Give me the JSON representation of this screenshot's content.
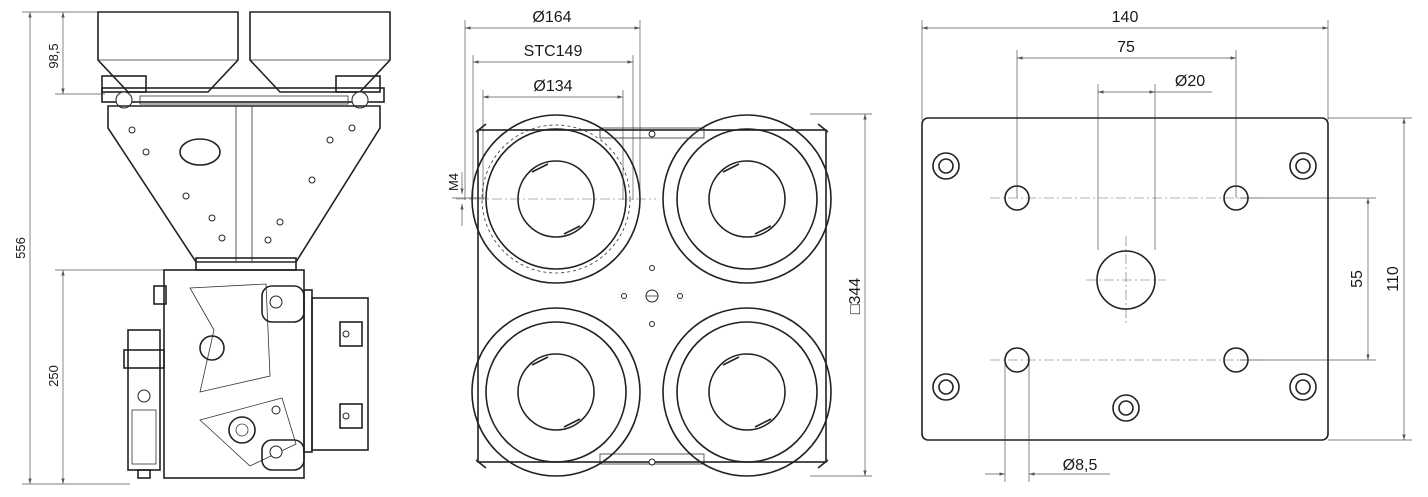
{
  "colors": {
    "line": "#222222",
    "dimension": "#555555",
    "fill": "#ffffff",
    "shade": "#d8d8d8"
  },
  "side_view": {
    "dim_top": "98,5",
    "dim_total": "556",
    "dim_lower": "250"
  },
  "top_view": {
    "dim_outer": "Ø164",
    "dim_stc": "STC149",
    "dim_inner": "Ø134",
    "dim_thread": "M4",
    "dim_square": "□344"
  },
  "flange_view": {
    "dim_width": "140",
    "dim_bolt": "75",
    "dim_hole": "Ø20",
    "dim_height": "110",
    "dim_bolt_v": "55",
    "dim_small_hole": "Ø8,5"
  }
}
